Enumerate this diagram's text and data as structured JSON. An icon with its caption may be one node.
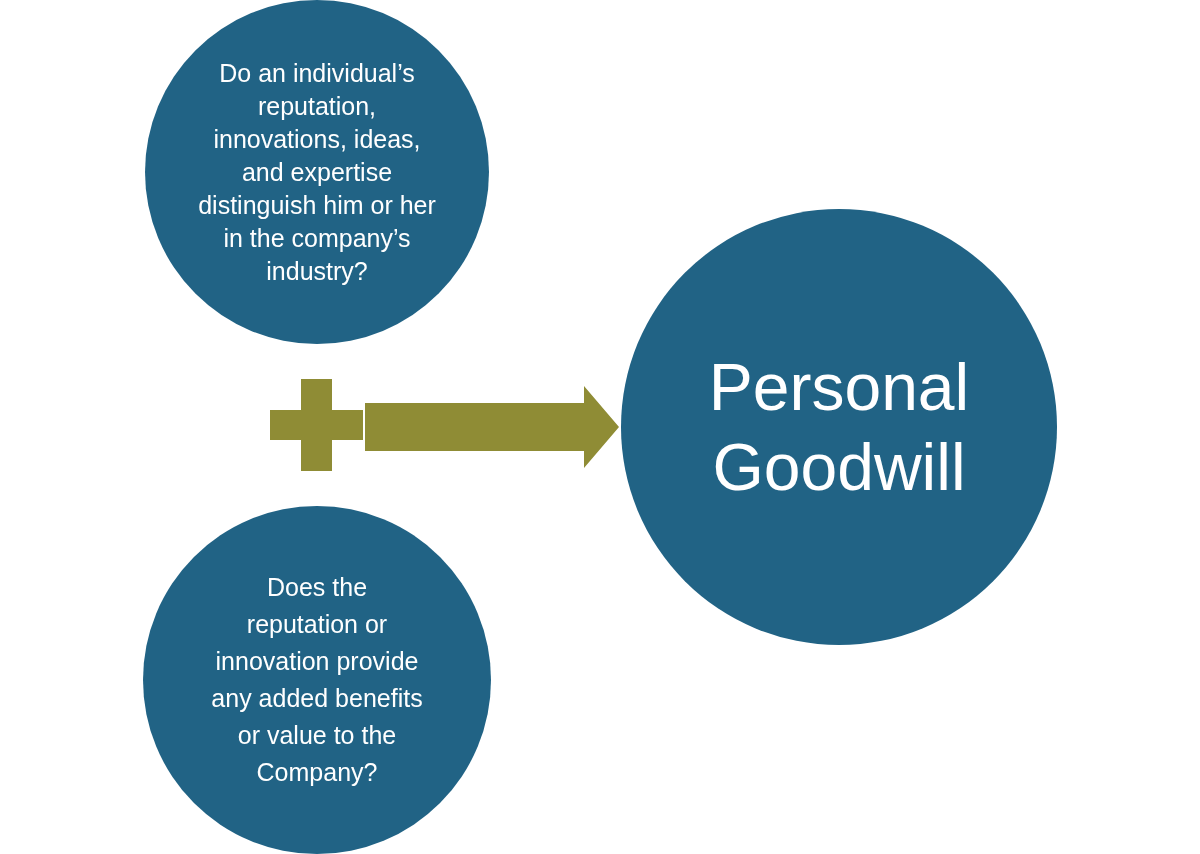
{
  "diagram": {
    "nodes": [
      {
        "text": [
          "Do an individual’s reputation, innovations, ideas, and expertise distinguish him or her in the company’s industry?"
        ]
      },
      {
        "text": [],
        "shape": "plus"
      },
      {
        "text": [
          "Does the reputation or innovation provide any added benefits or value to the Company?"
        ]
      },
      {
        "text": [
          "Personal Goodwill"
        ]
      }
    ],
    "edges": [
      {
        "from": 1,
        "to": 3,
        "arrow": "to"
      }
    ]
  }
}
